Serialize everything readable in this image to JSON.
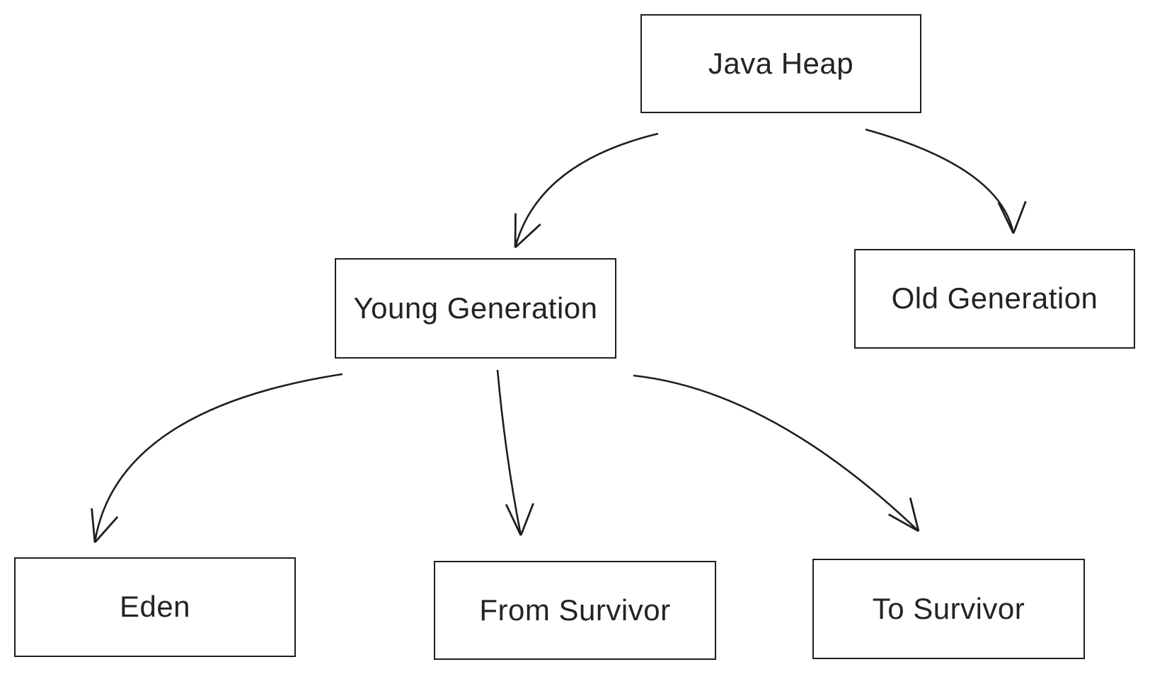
{
  "diagram": {
    "type": "tree",
    "nodes": [
      {
        "id": "java-heap",
        "label": "Java Heap"
      },
      {
        "id": "young-generation",
        "label": "Young Generation"
      },
      {
        "id": "old-generation",
        "label": "Old Generation"
      },
      {
        "id": "eden",
        "label": "Eden"
      },
      {
        "id": "from-survivor",
        "label": "From Survivor"
      },
      {
        "id": "to-survivor",
        "label": "To Survivor"
      }
    ],
    "edges": [
      {
        "from": "java-heap",
        "to": "young-generation"
      },
      {
        "from": "java-heap",
        "to": "old-generation"
      },
      {
        "from": "young-generation",
        "to": "eden"
      },
      {
        "from": "young-generation",
        "to": "from-survivor"
      },
      {
        "from": "young-generation",
        "to": "to-survivor"
      }
    ]
  },
  "colors": {
    "background": "#ffffff",
    "stroke": "#1e1e1e",
    "text": "#232323",
    "node_fill": "#ffffff"
  }
}
